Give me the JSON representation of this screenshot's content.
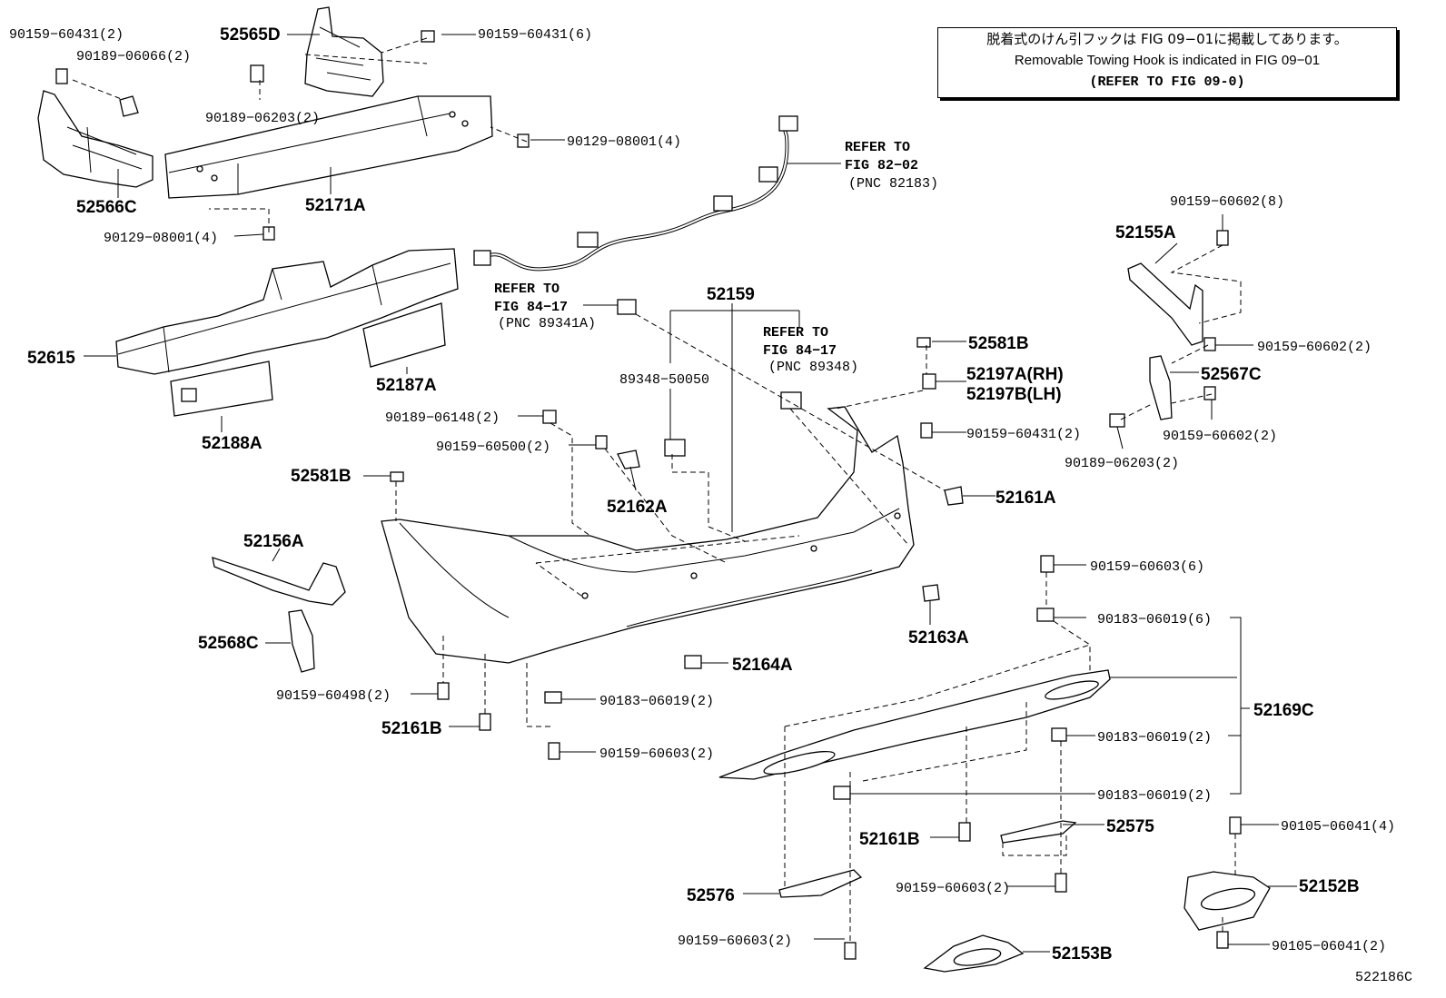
{
  "note": {
    "japanese": "脱着式のけん引フックは FIG 09−01に掲載してあります。",
    "english": "Removable Towing Hook is indicated in FIG 09−01",
    "refer": "(REFER TO FIG 09-0)"
  },
  "figure_id": "522186C",
  "labels": {
    "l1": "90159−60431(2)",
    "l2": "52565D",
    "l3": "90159−60431(6)",
    "l4": "90189−06066(2)",
    "l5": "90189−06203(2)",
    "l6": "90129−08001(4)",
    "l7": "52566C",
    "l8": "52171A",
    "l9": "90129−08001(4)",
    "l10": "52615",
    "l11": "52187A",
    "l12": "52188A",
    "l13": "52159",
    "l14": "89348−50050",
    "l15": "52581B",
    "l16": "52197A(RH)",
    "l17": "52197B(LH)",
    "l18": "90159−60431(2)",
    "l19": "90189−06148(2)",
    "l20": "90159−60500(2)",
    "l21": "52162A",
    "l22": "52581B",
    "l23": "52161A",
    "l24": "52155A",
    "l25": "90159−60602(8)",
    "l26": "90159−60602(2)",
    "l27": "52567C",
    "l28": "90159−60602(2)",
    "l29": "90189−06203(2)",
    "l30": "52156A",
    "l31": "52568C",
    "l32": "52163A",
    "l33": "90159−60603(6)",
    "l34": "90183−06019(6)",
    "l35": "52164A",
    "l36": "90159−60498(2)",
    "l37": "90183−06019(2)",
    "l38": "52161B",
    "l39": "90159−60603(2)",
    "l40": "52169C",
    "l41": "90183−06019(2)",
    "l42": "90183−06019(2)",
    "l43": "52161B",
    "l44": "52575",
    "l45": "90105−06041(4)",
    "l46": "52576",
    "l47": "90159−60603(2)",
    "l48": "52152B",
    "l49": "90159−60603(2)",
    "l50": "52153B",
    "l51": "90105−06041(2)"
  },
  "refs": {
    "wire": [
      "REFER TO",
      "FIG 82−02",
      "(PNC 82183)"
    ],
    "sensor1": [
      "REFER TO",
      "FIG 84−17",
      "(PNC 89341A)"
    ],
    "sensor2": [
      "REFER TO",
      "FIG 84−17",
      "(PNC 89348)"
    ]
  }
}
